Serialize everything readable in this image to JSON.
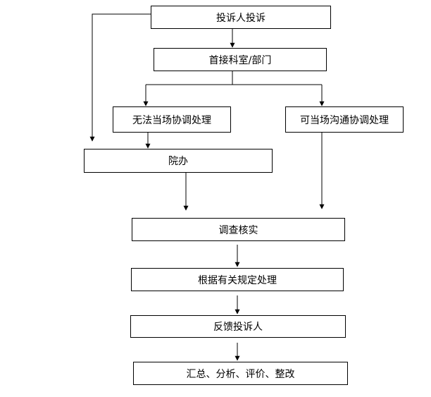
{
  "flowchart": {
    "nodes": {
      "complainant": "投诉人投诉",
      "first_department": "首接科室/部门",
      "cannot_coordinate_onsite": "无法当场协调处理",
      "can_coordinate_onsite": "可当场沟通协调处理",
      "hospital_office": "院办",
      "investigate_verify": "调查核实",
      "handle_per_rules": "根据有关规定处理",
      "feedback_to_complainant": "反馈投诉人",
      "summary_analysis_evaluation_rectification": "汇总、分析、评价、整改"
    },
    "edges": [
      {
        "from": "complainant",
        "to": "first_department"
      },
      {
        "from": "complainant",
        "to": "hospital_office"
      },
      {
        "from": "first_department",
        "to": "cannot_coordinate_onsite"
      },
      {
        "from": "first_department",
        "to": "can_coordinate_onsite"
      },
      {
        "from": "cannot_coordinate_onsite",
        "to": "hospital_office"
      },
      {
        "from": "hospital_office",
        "to": "investigate_verify"
      },
      {
        "from": "can_coordinate_onsite",
        "to": "investigate_verify"
      },
      {
        "from": "investigate_verify",
        "to": "handle_per_rules"
      },
      {
        "from": "handle_per_rules",
        "to": "feedback_to_complainant"
      },
      {
        "from": "feedback_to_complainant",
        "to": "summary_analysis_evaluation_rectification"
      }
    ],
    "colors": {
      "stroke": "#000000",
      "fill": "#ffffff",
      "text": "#000000"
    }
  }
}
